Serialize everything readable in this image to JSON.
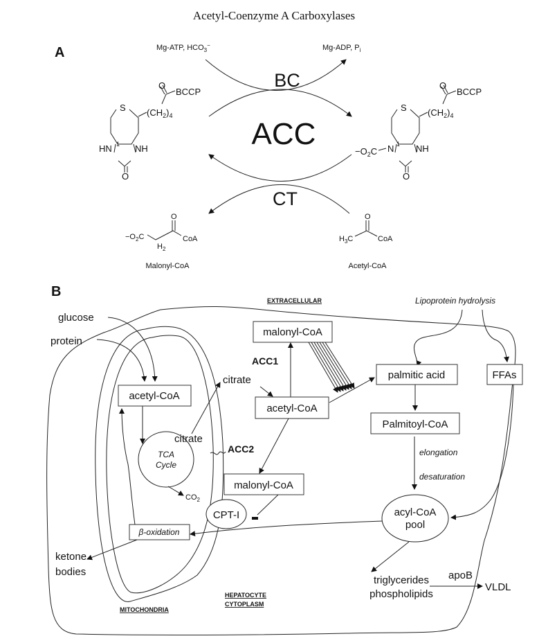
{
  "title": "Acetyl-Coenzyme A Carboxylases",
  "panel_a": {
    "label": "A",
    "top_left_reagents": "Mg-ATP, HCO",
    "top_left_sub": "3",
    "top_left_sup": "−",
    "top_right_products": "Mg-ADP, P",
    "top_right_sub": "i",
    "enzyme_bc": "BC",
    "enzyme_acc": "ACC",
    "enzyme_ct": "CT",
    "left_structure": {
      "carbonyl_o": "O",
      "bccp": "BCCP",
      "chain": "(CH",
      "chain_sub2": "2",
      "chain_close": ")",
      "chain_sub4": "4",
      "sulfur": "S",
      "hn1": "HN",
      "n1_index": "1",
      "nh": "NH",
      "oxo": "O"
    },
    "right_structure": {
      "carbonyl_o": "O",
      "bccp": "BCCP",
      "chain": "(CH",
      "chain_sub2": "2",
      "chain_close": ")",
      "chain_sub4": "4",
      "sulfur": "S",
      "carboxy": "−O",
      "carboxy_sub": "2",
      "carboxy_c": "C",
      "n1": "N",
      "n1_index": "1",
      "nh": "NH",
      "oxo": "O"
    },
    "malonyl": {
      "carboxylate": "−O",
      "carboxylate_sub": "2",
      "carboxylate_c": "C",
      "ch2_h": "H",
      "ch2_sub": "2",
      "ch2_c": "C",
      "oxo": "O",
      "coa": "CoA",
      "name": "Malonyl-CoA"
    },
    "acetyl": {
      "methyl": "H",
      "methyl_sub": "3",
      "methyl_c": "C",
      "oxo": "O",
      "coa": "CoA",
      "name": "Acetyl-CoA"
    }
  },
  "panel_b": {
    "label": "B",
    "compartments": {
      "extracellular": "EXTRACELLULAR",
      "mitochondria": "MITOCHONDRIA",
      "cytoplasm_line1": "HEPATOCYTE",
      "cytoplasm_line2": "CYTOPLASM"
    },
    "inputs": {
      "glucose": "glucose",
      "protein": "protein",
      "lipoprotein_hydrolysis": "Lipoprotein hydrolysis"
    },
    "nodes": {
      "mito_acetyl_coa": "acetyl-CoA",
      "tca_line1": "TCA",
      "tca_line2": "Cycle",
      "mito_citrate": "citrate",
      "co2": "CO",
      "co2_sub": "2",
      "beta_oxidation": "β-oxidation",
      "ketone_line1": "ketone",
      "ketone_line2": "bodies",
      "cyto_citrate": "citrate",
      "cyto_acetyl_coa": "acetyl-CoA",
      "malonyl_coa_top": "malonyl-CoA",
      "malonyl_coa_bottom": "malonyl-CoA",
      "cpt1": "CPT-I",
      "inhibit_mark": "−",
      "palmitic_acid": "palmitic acid",
      "palmitoyl_coa": "Palmitoyl-CoA",
      "elongation": "elongation",
      "desaturation": "desaturation",
      "ffas": "FFAs",
      "acyl_pool_line1": "acyl-CoA",
      "acyl_pool_line2": "pool",
      "tg_line1": "triglycerides",
      "tg_line2": "phospholipids",
      "apob": "apoB",
      "vldl": "VLDL"
    },
    "enzymes": {
      "acc1": "ACC1",
      "acc2": "ACC2"
    }
  }
}
